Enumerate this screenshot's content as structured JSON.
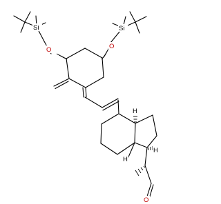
{
  "structure": {
    "atoms": {
      "si_left": "Si",
      "si_right": "Si",
      "o_left": "O",
      "o_right": "O",
      "h_ring_junction_top": "H",
      "h_side_chain": "H",
      "me_junction": "H",
      "o_aldehyde": "O"
    }
  },
  "colors": {
    "bond": "#000000",
    "heteroatom_oxygen": "#c00000",
    "background": "#ffffff"
  }
}
